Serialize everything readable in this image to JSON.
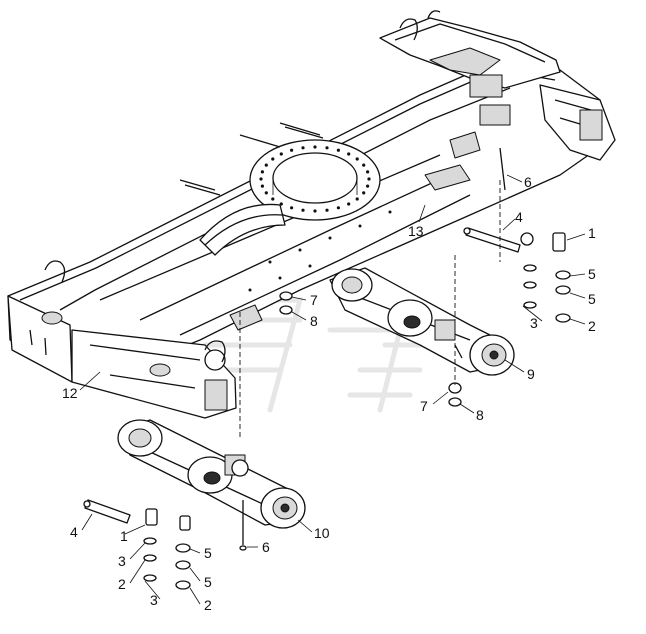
{
  "labels": {
    "axle_front_labels": [
      "1",
      "2",
      "3",
      "4",
      "5",
      "5",
      "7",
      "8",
      "9"
    ],
    "callouts": [
      {
        "id": "c1a",
        "text": "1"
      },
      {
        "id": "c5a",
        "text": "5"
      },
      {
        "id": "c5b",
        "text": "5"
      },
      {
        "id": "c3a",
        "text": "3"
      },
      {
        "id": "c2a",
        "text": "2"
      },
      {
        "id": "c4a",
        "text": "4"
      },
      {
        "id": "c6a",
        "text": "6"
      },
      {
        "id": "c13",
        "text": "13"
      },
      {
        "id": "c7a",
        "text": "7"
      },
      {
        "id": "c8a",
        "text": "8"
      },
      {
        "id": "c9",
        "text": "9"
      },
      {
        "id": "c7b",
        "text": "7"
      },
      {
        "id": "c8b",
        "text": "8"
      },
      {
        "id": "c12",
        "text": "12"
      },
      {
        "id": "c1b",
        "text": "1"
      },
      {
        "id": "c4b",
        "text": "4"
      },
      {
        "id": "c3b",
        "text": "3"
      },
      {
        "id": "c5c",
        "text": "5"
      },
      {
        "id": "c2b",
        "text": "2"
      },
      {
        "id": "c5d",
        "text": "5"
      },
      {
        "id": "c3c",
        "text": "3"
      },
      {
        "id": "c2c",
        "text": "2"
      },
      {
        "id": "c6b",
        "text": "6"
      },
      {
        "id": "c10",
        "text": "10"
      }
    ]
  }
}
